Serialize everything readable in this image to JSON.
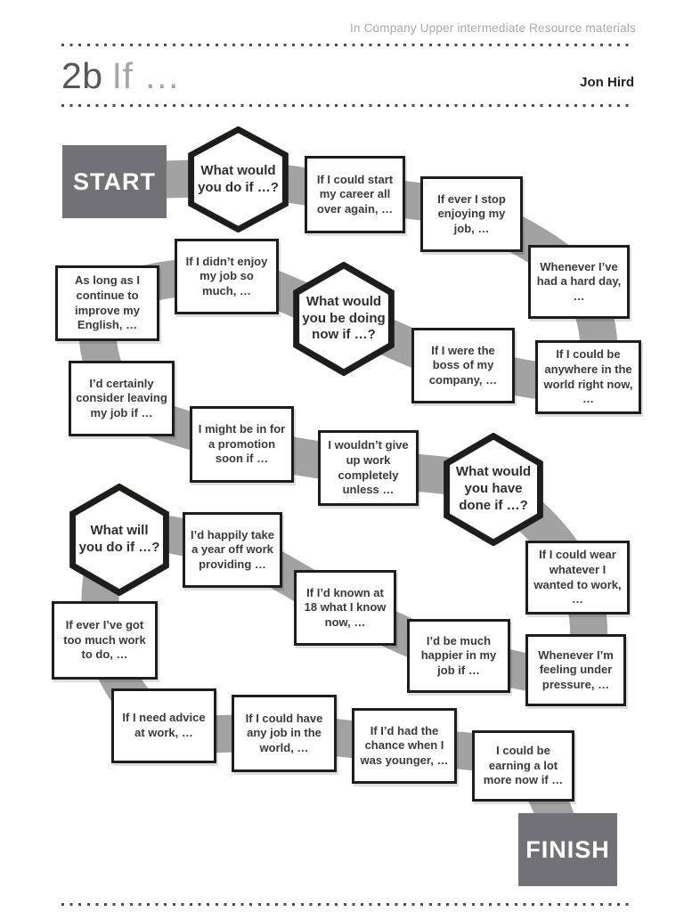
{
  "header": {
    "series": "In Company Upper intermediate Resource materials",
    "unit": "2b",
    "title": "If …",
    "author": "Jon Hird"
  },
  "board": {
    "start_label": "START",
    "finish_label": "FINISH",
    "hexagons": [
      {
        "text": "What would you do if …?"
      },
      {
        "text": "What would you be doing now if …?"
      },
      {
        "text": "What would you have done if …?"
      },
      {
        "text": "What will you do if …?"
      }
    ],
    "cards": [
      {
        "text": "If I could start my career all over again, …"
      },
      {
        "text": "If ever I stop enjoying my job, …"
      },
      {
        "text": "Whenever I’ve had a hard day, …"
      },
      {
        "text": "If I could be anywhere in the world right now, …"
      },
      {
        "text": "If I were the boss of my company, …"
      },
      {
        "text": "If I didn’t enjoy my job so much, …"
      },
      {
        "text": "As long as I continue to improve my English, …"
      },
      {
        "text": "I’d certainly consider leaving my job if …"
      },
      {
        "text": "I might be in for a promotion soon if …"
      },
      {
        "text": "I wouldn’t give up work completely unless …"
      },
      {
        "text": "If I could wear whatever I wanted to work, …"
      },
      {
        "text": "Whenever I’m feeling under pressure, …"
      },
      {
        "text": "I’d be much happier in my job if …"
      },
      {
        "text": "If I’d known at 18 what I know now, …"
      },
      {
        "text": "I’d happily take a year off work providing …"
      },
      {
        "text": "If ever I’ve got too much work to do, …"
      },
      {
        "text": "If I need advice at work, …"
      },
      {
        "text": "If I could have any job in the world, …"
      },
      {
        "text": "If I’d had the chance when I was younger, …"
      },
      {
        "text": "I could be earning a lot more now if …"
      }
    ]
  },
  "colors": {
    "tile_gray": "#727276",
    "path_gray": "#a2a2a2",
    "border_black": "#1d1d1b",
    "card_text": "#3a3a3a",
    "muted_gray": "#a7a9ac"
  }
}
